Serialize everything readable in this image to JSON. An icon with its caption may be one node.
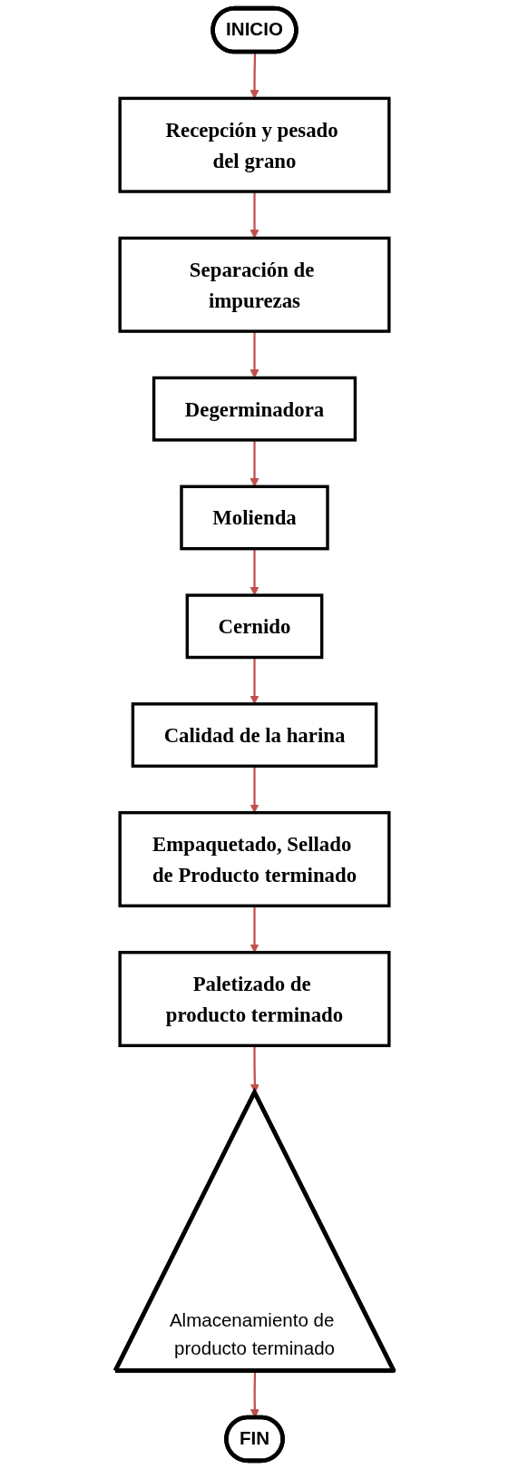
{
  "diagram": {
    "nodes": [
      {
        "text": [
          "INICIO"
        ]
      },
      {
        "text": [
          "Recepción y pesado del grano"
        ]
      },
      {
        "text": [
          "Separación de impurezas"
        ]
      },
      {
        "text": [
          "Degerminadora"
        ]
      },
      {
        "text": [
          "Molienda"
        ]
      },
      {
        "text": [
          "Cernido"
        ]
      },
      {
        "text": [
          "Calidad de la harina"
        ]
      },
      {
        "text": [
          "Empaquetado, Sellado de Producto terminado"
        ]
      },
      {
        "text": [
          "Paletizado de producto terminado"
        ]
      },
      {
        "text": [
          "Almacenamiento de producto terminado"
        ]
      },
      {
        "text": [
          "FIN"
        ]
      }
    ],
    "edges": [
      {
        "from": 0,
        "to": 1,
        "arrow": "to"
      },
      {
        "from": 1,
        "to": 2,
        "arrow": "to"
      },
      {
        "from": 2,
        "to": 3,
        "arrow": "to"
      },
      {
        "from": 3,
        "to": 4,
        "arrow": "to"
      },
      {
        "from": 4,
        "to": 5,
        "arrow": "to"
      },
      {
        "from": 5,
        "to": 6,
        "arrow": "to"
      },
      {
        "from": 6,
        "to": 7,
        "arrow": "to"
      },
      {
        "from": 7,
        "to": 8,
        "arrow": "to"
      },
      {
        "from": 8,
        "to": 9,
        "arrow": "to"
      },
      {
        "from": 9,
        "to": 10,
        "arrow": "to"
      }
    ]
  }
}
